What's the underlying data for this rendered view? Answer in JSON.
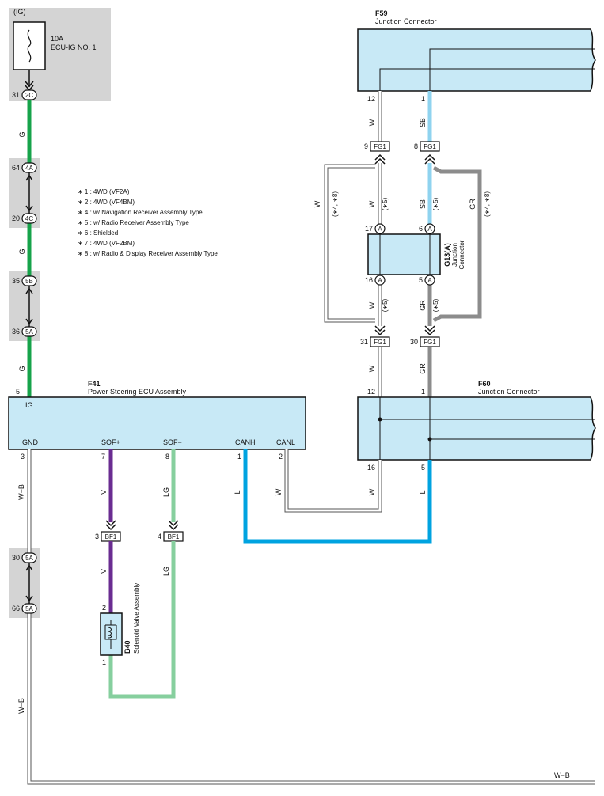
{
  "fuse": {
    "circuit": "(IG)",
    "rating": "10A",
    "name": "ECU-IG NO. 1"
  },
  "connectors": {
    "c_2C": {
      "pin": "31",
      "label": "2C"
    },
    "c_4A": {
      "pin": "64",
      "label": "4A"
    },
    "c_4C": {
      "pin": "20",
      "label": "4C"
    },
    "c_5B": {
      "pin": "35",
      "label": "5B"
    },
    "c_5A_top": {
      "pin": "36",
      "label": "5A"
    },
    "c_5A_low1": {
      "pin": "30",
      "label": "5A"
    },
    "c_5A_low2": {
      "pin": "66",
      "label": "5A"
    },
    "fg1_9": {
      "pin": "9",
      "label": "FG1"
    },
    "fg1_8": {
      "pin": "8",
      "label": "FG1"
    },
    "fg1_31": {
      "pin": "31",
      "label": "FG1"
    },
    "fg1_30": {
      "pin": "30",
      "label": "FG1"
    },
    "bf1_3": {
      "pin": "3",
      "label": "BF1"
    },
    "bf1_4": {
      "pin": "4",
      "label": "BF1"
    }
  },
  "notes": [
    "∗ 1 : 4WD (VF2A)",
    "∗ 2 : 4WD (VF4BM)",
    "∗ 4 : w/ Navigation Receiver Assembly Type",
    "∗ 5 : w/ Radio Receiver Assembly Type",
    "∗ 6 : Shielded",
    "∗ 7 : 4WD (VF2BM)",
    "∗ 8 : w/ Radio & Display Receiver Assembly Type"
  ],
  "f59": {
    "code": "F59",
    "name": "Junction Connector",
    "pin_w": "12",
    "pin_sb": "1"
  },
  "f60": {
    "code": "F60",
    "name": "Junction Connector",
    "pin_w_top": "12",
    "pin_gr_top": "1",
    "pin_w_bot": "16",
    "pin_l_bot": "5"
  },
  "g13": {
    "code": "G13(A)",
    "name1": "Junction",
    "name2": "Connector",
    "pin17": "17",
    "pin6": "6",
    "pin16": "16",
    "pin5": "5",
    "mark": "A"
  },
  "f41": {
    "code": "F41",
    "name": "Power Steering ECU Assembly",
    "pin_ig": "5",
    "ig": "IG",
    "gnd": "GND",
    "sofp": "SOF+",
    "sofm": "SOF−",
    "canh": "CANH",
    "canl": "CANL",
    "pin_gnd": "3",
    "pin_sofp": "7",
    "pin_sofm": "8",
    "pin_canh": "1",
    "pin_canl": "2"
  },
  "b40": {
    "code": "B40",
    "name": "Solenoid Valve Assembly",
    "pin2": "2",
    "pin1": "1"
  },
  "wire_labels": {
    "g": "G",
    "w": "W",
    "sb": "SB",
    "gr": "GR",
    "wb": "W−B",
    "v": "V",
    "lg": "LG",
    "l": "L",
    "cond_48": "(∗4, ∗8)",
    "cond_5": "(∗5)"
  },
  "colors": {
    "green": "#16a34a",
    "light_blue": "#8fd3ef",
    "gray": "#8c8c8c",
    "purple": "#6a2c91",
    "light_green": "#86cf9e",
    "blue": "#00a3e0",
    "box_fill": "#c8e9f6",
    "shade": "#d4d4d4"
  }
}
